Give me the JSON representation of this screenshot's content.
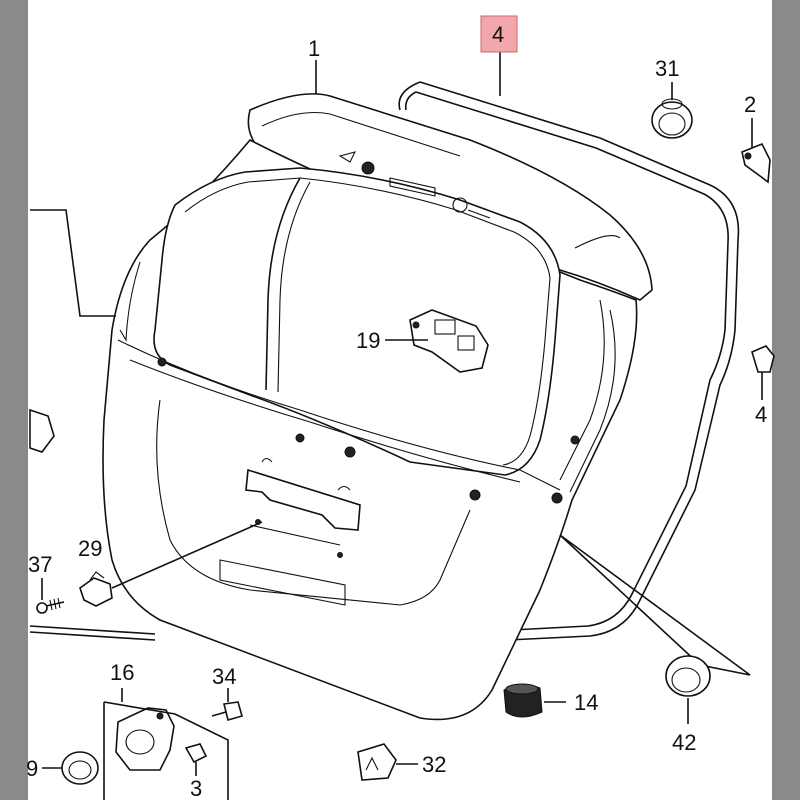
{
  "diagram": {
    "colors": {
      "side_bars": "#8a8a8a",
      "line": "#111111",
      "highlight_box": "#f2a7ad"
    },
    "callouts": [
      {
        "id": "c1",
        "text": "1"
      },
      {
        "id": "c4",
        "text": "4",
        "highlighted": true
      },
      {
        "id": "c31",
        "text": "31"
      },
      {
        "id": "c2",
        "text": "2"
      },
      {
        "id": "c19",
        "text": "19"
      },
      {
        "id": "c4b",
        "text": "4"
      },
      {
        "id": "c37",
        "text": "37"
      },
      {
        "id": "c29",
        "text": "29"
      },
      {
        "id": "c16",
        "text": "16"
      },
      {
        "id": "c34",
        "text": "34"
      },
      {
        "id": "c14",
        "text": "14"
      },
      {
        "id": "c42",
        "text": "42"
      },
      {
        "id": "c9",
        "text": "9"
      },
      {
        "id": "c3",
        "text": "3"
      },
      {
        "id": "c32",
        "text": "32"
      }
    ]
  }
}
